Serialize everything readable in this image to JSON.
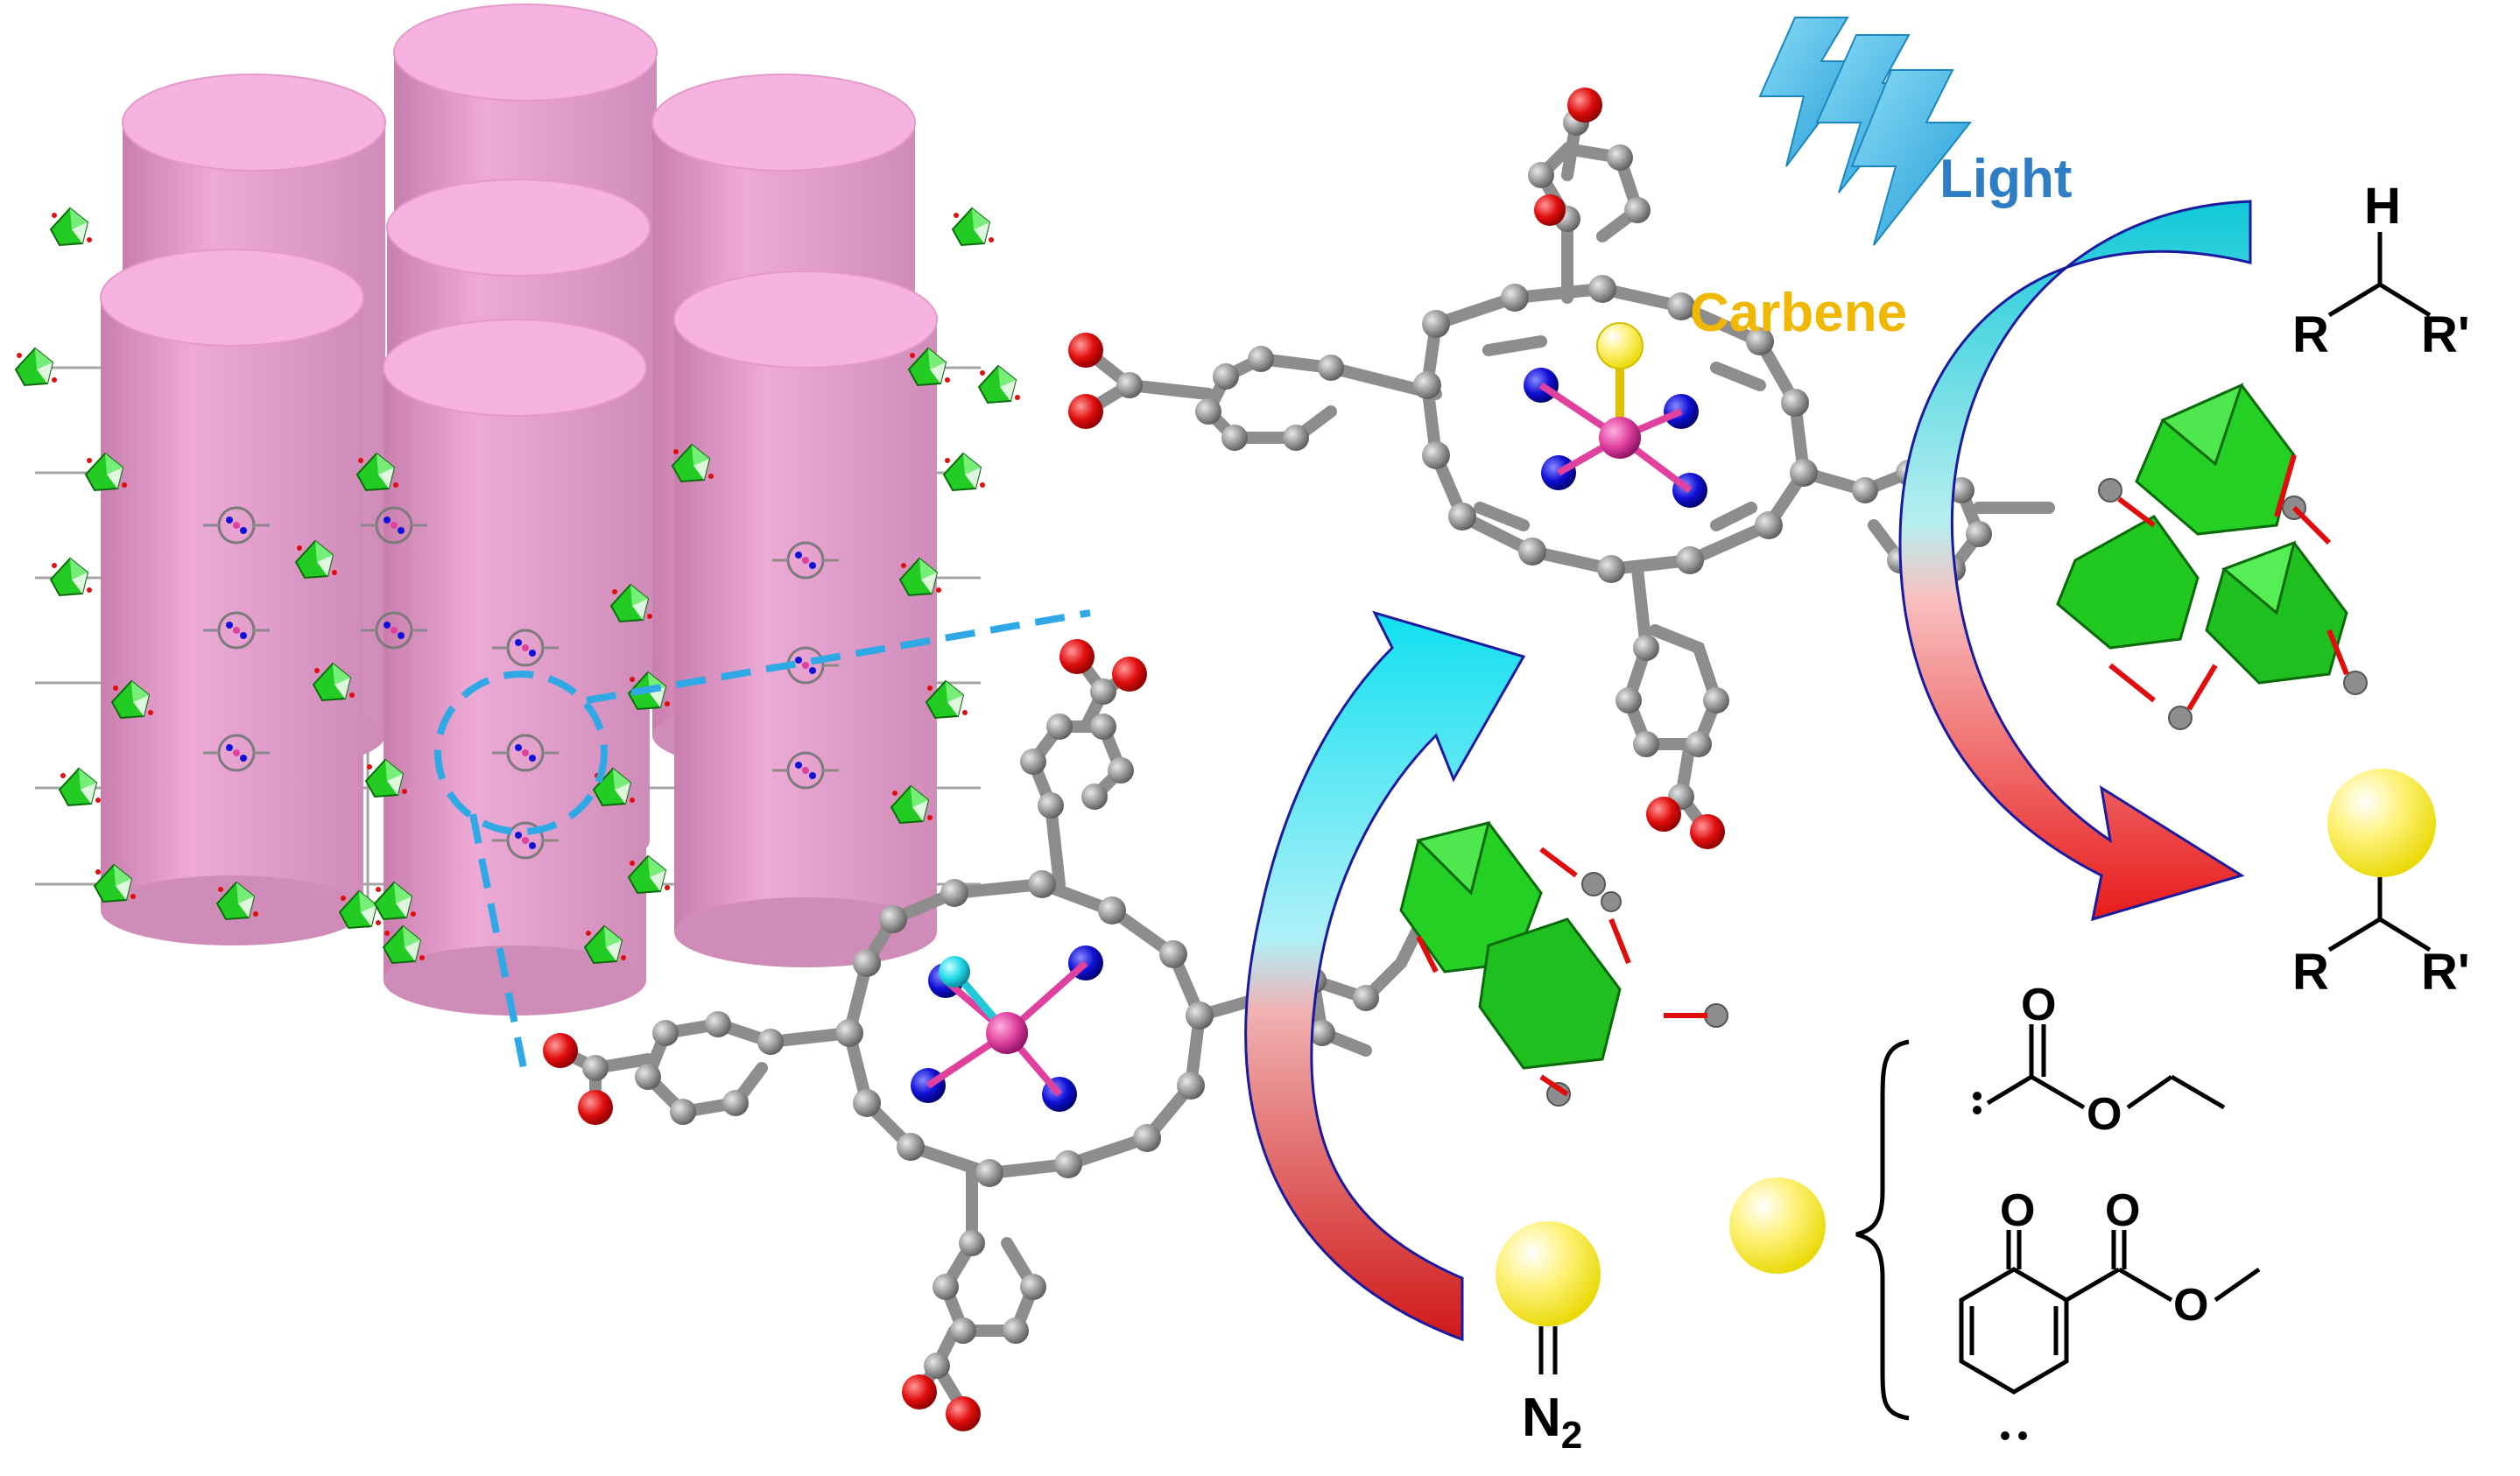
{
  "labels": {
    "light": "Light",
    "carbene": "Carbene",
    "diazo_n": "N",
    "diazo_sub": "2",
    "substrate_h": "H",
    "substrate_r": "R",
    "substrate_rprime": "R'",
    "product_r": "R",
    "product_rprime": "R'",
    "ester_o": "O",
    "ester_o2": "O",
    "ring_o": "O",
    "ring_ester_o": "O",
    "ring_ester_o2": "O"
  },
  "colors": {
    "cylinder_side": "#e59ccb",
    "cylinder_top": "#f6b3df",
    "atom_carbon": "#8d8d8d",
    "atom_oxygen": "#e10d0d",
    "atom_nitrogen": "#1010d6",
    "metal_center": "#e0409e",
    "carbene_atom": "#f2e600",
    "zr_cluster": "#22cc22",
    "bolt": "#36b5e6",
    "light_text": "#2e7dc5",
    "carbene_text": "#f0b800",
    "dash_line": "#2fa8e6",
    "arrow_cyan": "#19e0f0",
    "arrow_red": "#e81a1a",
    "arrow_border": "#1a1aa0"
  },
  "icons": [
    "mof-channel-cylinder-icon",
    "zr-cluster-octahedron-icon",
    "lightning-bolt-icon",
    "carbene-sphere-icon",
    "curved-arrow-icon"
  ]
}
